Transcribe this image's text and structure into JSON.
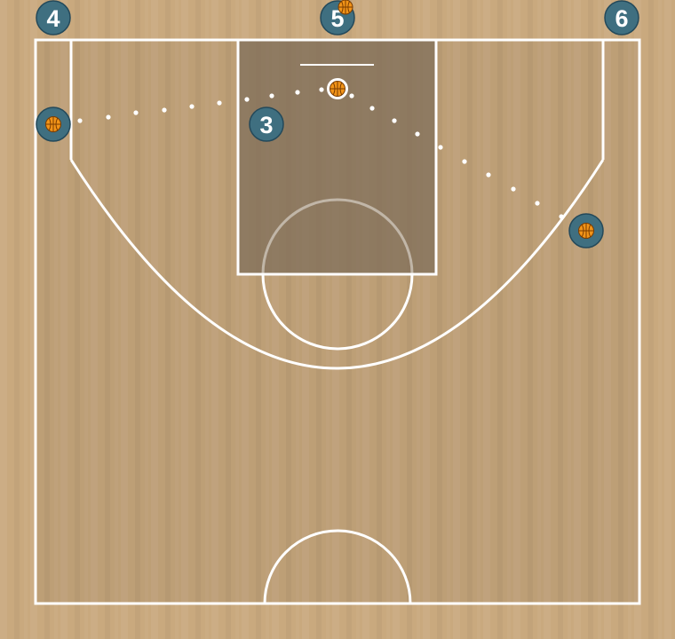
{
  "court": {
    "floor_color": "#c9a97e",
    "paint_color": "#7f6e5a",
    "line_color": "#ffffff",
    "pass_dot_color": "#ffffff"
  },
  "player_style": {
    "fill": "#3f6f80",
    "stroke": "#24495a",
    "label_color": "#ffffff"
  },
  "ball_style": {
    "fill": "#f29418",
    "seam": "#7a3c00"
  },
  "players": [
    {
      "id": "p4",
      "label": "4",
      "has_ball": false
    },
    {
      "id": "p5",
      "label": "5",
      "has_ball": true
    },
    {
      "id": "p6",
      "label": "6",
      "has_ball": false
    },
    {
      "id": "p3",
      "label": "3",
      "has_ball": false
    },
    {
      "id": "pL",
      "label": "",
      "has_ball": true
    },
    {
      "id": "pR",
      "label": "",
      "has_ball": true
    }
  ],
  "balls": [
    {
      "id": "rim-ball",
      "icon": "basketball-icon"
    }
  ],
  "passes": [
    {
      "id": "pass-left-to-rim",
      "style": "dotted"
    },
    {
      "id": "pass-rim-to-right",
      "style": "dotted"
    }
  ]
}
